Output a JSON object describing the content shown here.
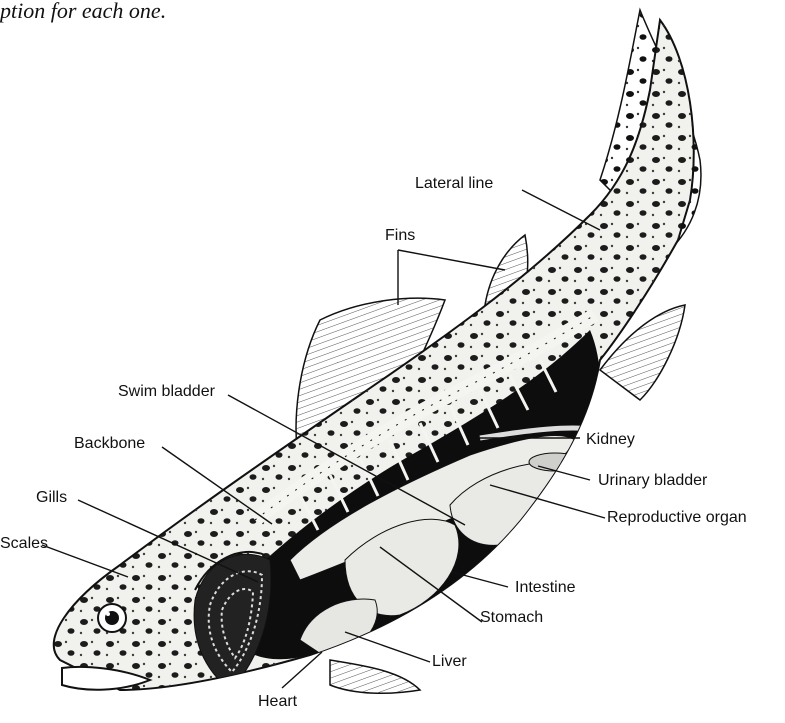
{
  "caption": "ption for each one.",
  "labels": {
    "lateral_line": "Lateral line",
    "fins": "Fins",
    "swim_bladder": "Swim bladder",
    "kidney": "Kidney",
    "backbone": "Backbone",
    "urinary_bladder": "Urinary bladder",
    "gills": "Gills",
    "reproductive_organ": "Reproductive organ",
    "scales": "Scales",
    "intestine": "Intestine",
    "stomach": "Stomach",
    "liver": "Liver",
    "heart": "Heart"
  },
  "colors": {
    "ink": "#111111",
    "body": "#f1f1ee",
    "cavity": "#0d0d0d",
    "organ": "#e9e9e6"
  }
}
